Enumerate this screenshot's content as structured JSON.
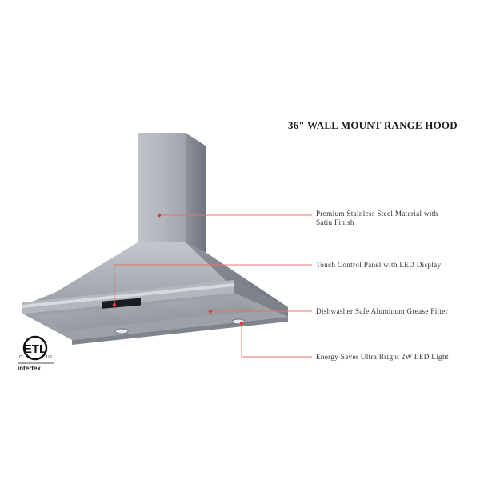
{
  "product": {
    "title": "36\" WALL MOUNT RANGE HOOD"
  },
  "features": [
    {
      "label_line1": "Premium Stainless Steel Material with",
      "label_line2": "Satin Finish"
    },
    {
      "label_line1": "Touch Control Panel with LED Display"
    },
    {
      "label_line1": "Dishwasher Safe Aluminum Grease Filter"
    },
    {
      "label_line1": "Energy Saver Ultra Bright 2W LED Light"
    }
  ],
  "certification": {
    "mark": "ETL",
    "left_mark": "C",
    "right_mark": "US",
    "company": "Intertek"
  },
  "colors": {
    "callout": "#e53935",
    "steel": "#a9adb5",
    "text": "#333333"
  }
}
